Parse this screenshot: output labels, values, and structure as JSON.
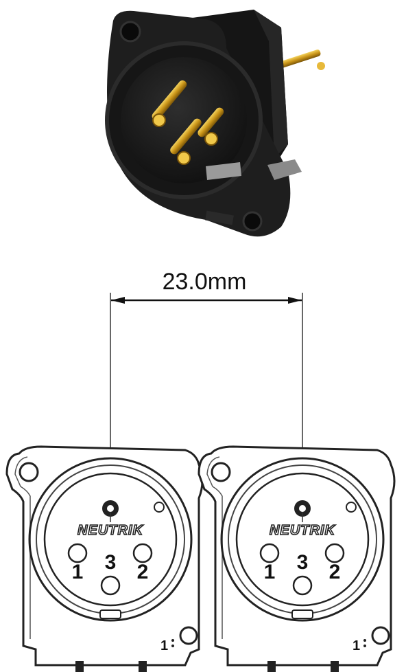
{
  "product": {
    "name": "XLR male chassis connector",
    "body_color": "#1c1c1c",
    "pin_color": "#d9a928"
  },
  "dimension": {
    "label": "23.0mm",
    "value_mm": 23.0
  },
  "drawing": {
    "units": [
      {
        "brand": "NEUTRIK",
        "pins": [
          "1",
          "2",
          "3"
        ],
        "corner_number": "1"
      },
      {
        "brand": "NEUTRIK",
        "pins": [
          "1",
          "2",
          "3"
        ],
        "corner_number": "1"
      }
    ]
  }
}
